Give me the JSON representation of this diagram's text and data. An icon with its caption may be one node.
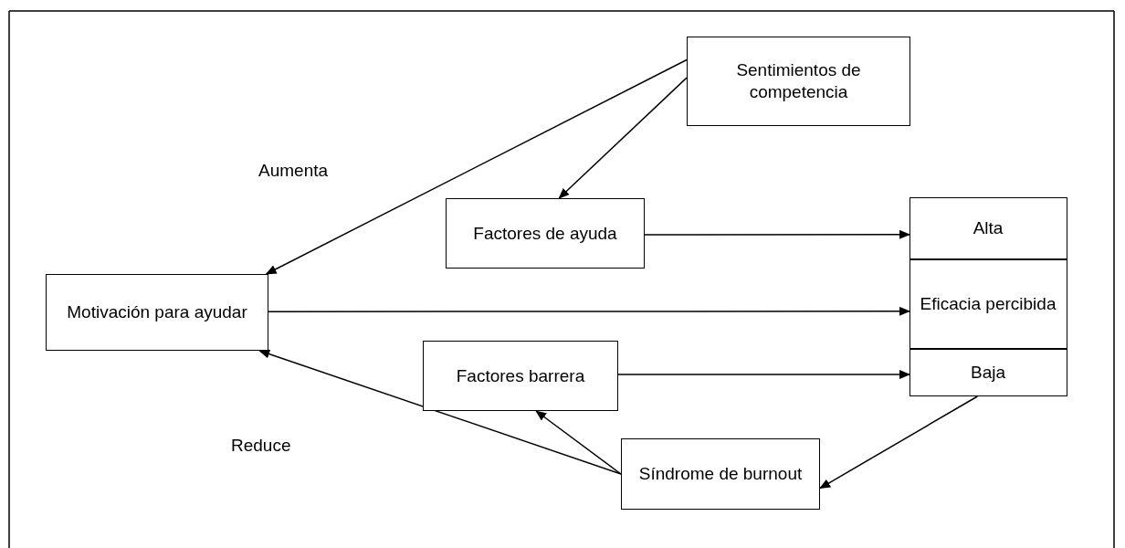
{
  "diagram": {
    "nodes": [
      {
        "text": [
          "Sentimientos de competencia"
        ]
      },
      {
        "text": [
          "Factores de ayuda"
        ]
      },
      {
        "text": [
          "Motivación para ayudar"
        ]
      },
      {
        "text": [],
        "shape": "box"
      },
      {
        "text": [
          "Alta"
        ],
        "in": 3
      },
      {
        "text": [
          "Eficacia percibida"
        ],
        "in": 3
      },
      {
        "text": [
          "Baja"
        ],
        "in": 3
      },
      {
        "text": [
          "Factores barrera"
        ]
      },
      {
        "text": [
          "Síndrome de burnout"
        ]
      }
    ],
    "edges": [
      {
        "from": 0,
        "to": 2,
        "arrow": "to"
      },
      {
        "from": 0,
        "to": 1,
        "arrow": "to"
      },
      {
        "from": 1,
        "to": 4,
        "arrow": "to"
      },
      {
        "from": 2,
        "to": 5,
        "arrow": "to"
      },
      {
        "from": 7,
        "to": 6,
        "arrow": "to"
      },
      {
        "from": 6,
        "to": 8,
        "arrow": "to"
      },
      {
        "from": 8,
        "to": 2,
        "arrow": "to"
      },
      {
        "from": 8,
        "to": 7,
        "arrow": "to"
      }
    ],
    "labels": [
      "Aumenta",
      "Reduce"
    ]
  }
}
